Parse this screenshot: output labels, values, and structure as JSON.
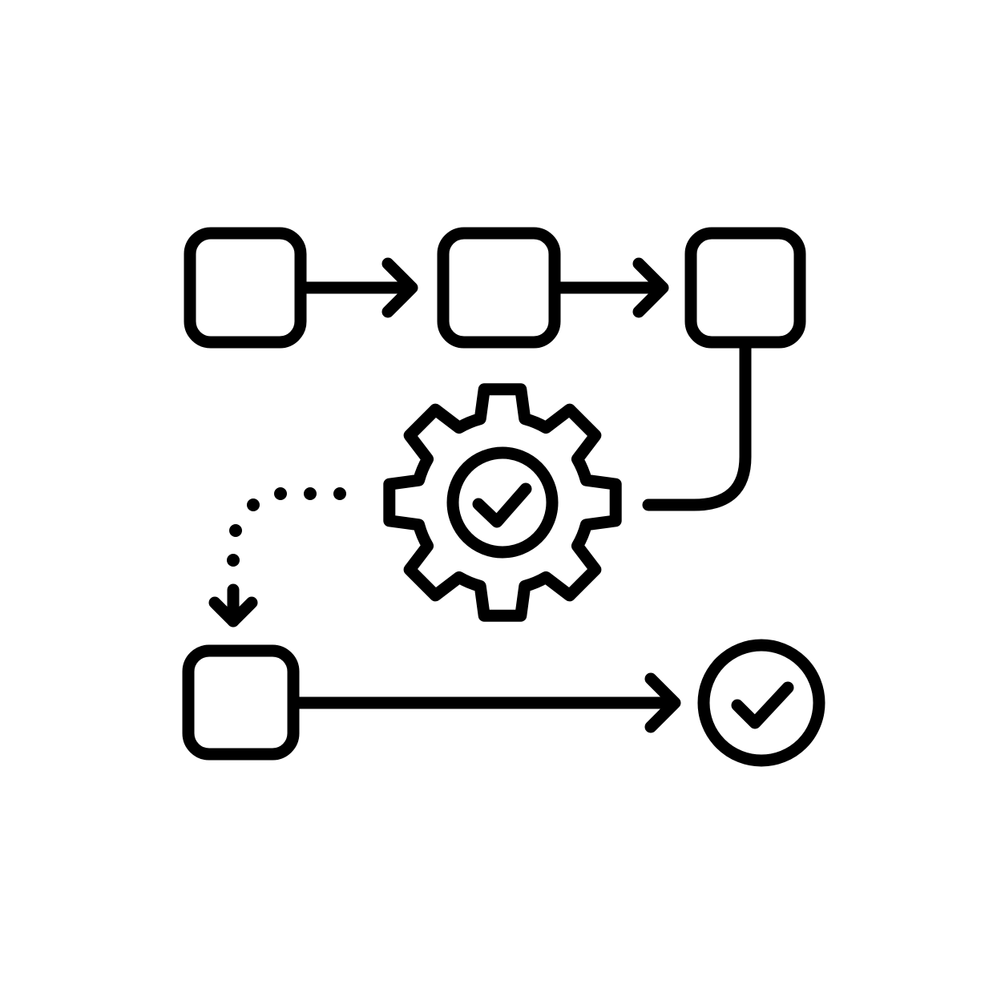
{
  "diagram": {
    "type": "workflow-process-icon",
    "colors": {
      "background": "#ffffff",
      "stroke": "#000000"
    },
    "nodes": [
      {
        "id": "step-1",
        "shape": "rounded-square"
      },
      {
        "id": "step-2",
        "shape": "rounded-square"
      },
      {
        "id": "step-3",
        "shape": "rounded-square"
      },
      {
        "id": "gear",
        "shape": "gear",
        "icon": "checkmark-icon"
      },
      {
        "id": "step-4",
        "shape": "rounded-square"
      },
      {
        "id": "done",
        "shape": "circle",
        "icon": "checkmark-icon"
      }
    ],
    "edges": [
      {
        "from": "step-1",
        "to": "step-2",
        "style": "solid",
        "arrow": true
      },
      {
        "from": "step-2",
        "to": "step-3",
        "style": "solid",
        "arrow": true
      },
      {
        "from": "step-3",
        "to": "gear",
        "style": "solid",
        "arrow": false
      },
      {
        "from": "gear",
        "to": "step-4",
        "style": "dotted",
        "arrow": true
      },
      {
        "from": "step-4",
        "to": "done",
        "style": "solid",
        "arrow": true
      }
    ]
  }
}
